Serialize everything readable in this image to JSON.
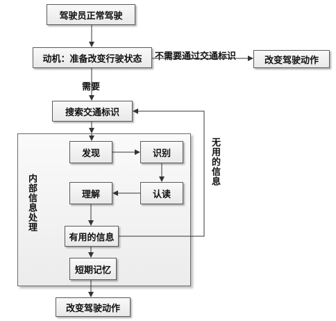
{
  "nodes": {
    "normal_driving": "驾驶员正常驾驶",
    "motivation": "动机：准备改变行驶状态",
    "change_action_right": "改变驾驶动作",
    "search_signs": "搜索交通标识",
    "discover": "发现",
    "recognize": "识别",
    "read": "认读",
    "understand": "理解",
    "useful_info": "有用的信息",
    "short_term_memory": "短期记忆",
    "change_action_bottom": "改变驾驶动作"
  },
  "edge_labels": {
    "no_need_signs": "不需要通过交通标识",
    "need": "需要",
    "useless_info": "无用的信息"
  },
  "panel": {
    "title": "内部信息处理"
  }
}
